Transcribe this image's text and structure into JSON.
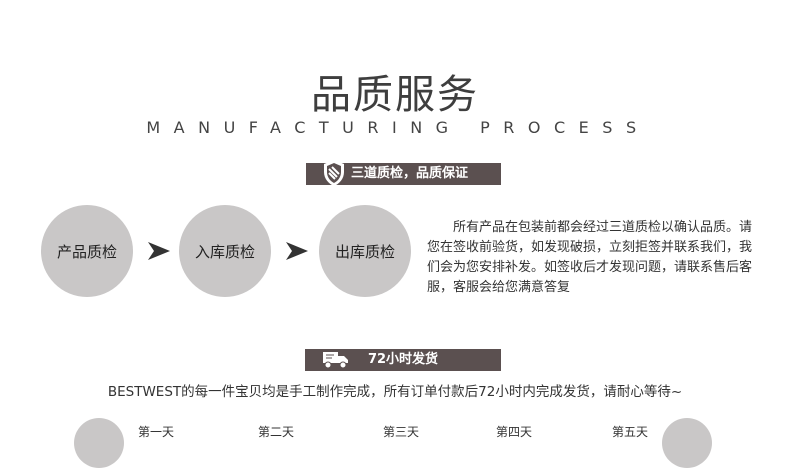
{
  "header": {
    "title": "品质服务",
    "subtitle": "MANUFACTURING PROCESS"
  },
  "quality": {
    "banner_label": "三道质检，品质保证",
    "steps": [
      "产品质检",
      "入库质检",
      "出库质检"
    ],
    "description": "所有产品在包装前都会经过三道质检以确认品质。请您在签收前验货，如发现破损，立刻拒签并联系我们，我们会为您安排补发。如签收后才发现问题，请联系售后客服，客服会给您满意答复"
  },
  "shipping": {
    "banner_label": "72小时发货",
    "description": "BESTWEST的每一件宝贝均是手工制作完成，所有订单付款后72小时内完成发货，请耐心等待~",
    "days": [
      "第一天",
      "第二天",
      "第三天",
      "第四天",
      "第五天"
    ]
  },
  "colors": {
    "banner_bg": "#5b5050",
    "circle_bg": "#c9c7c7"
  },
  "icons": {
    "quality_banner": "shield-icon",
    "shipping_banner": "delivery-truck-icon",
    "step_separator": "arrow-right-icon"
  }
}
